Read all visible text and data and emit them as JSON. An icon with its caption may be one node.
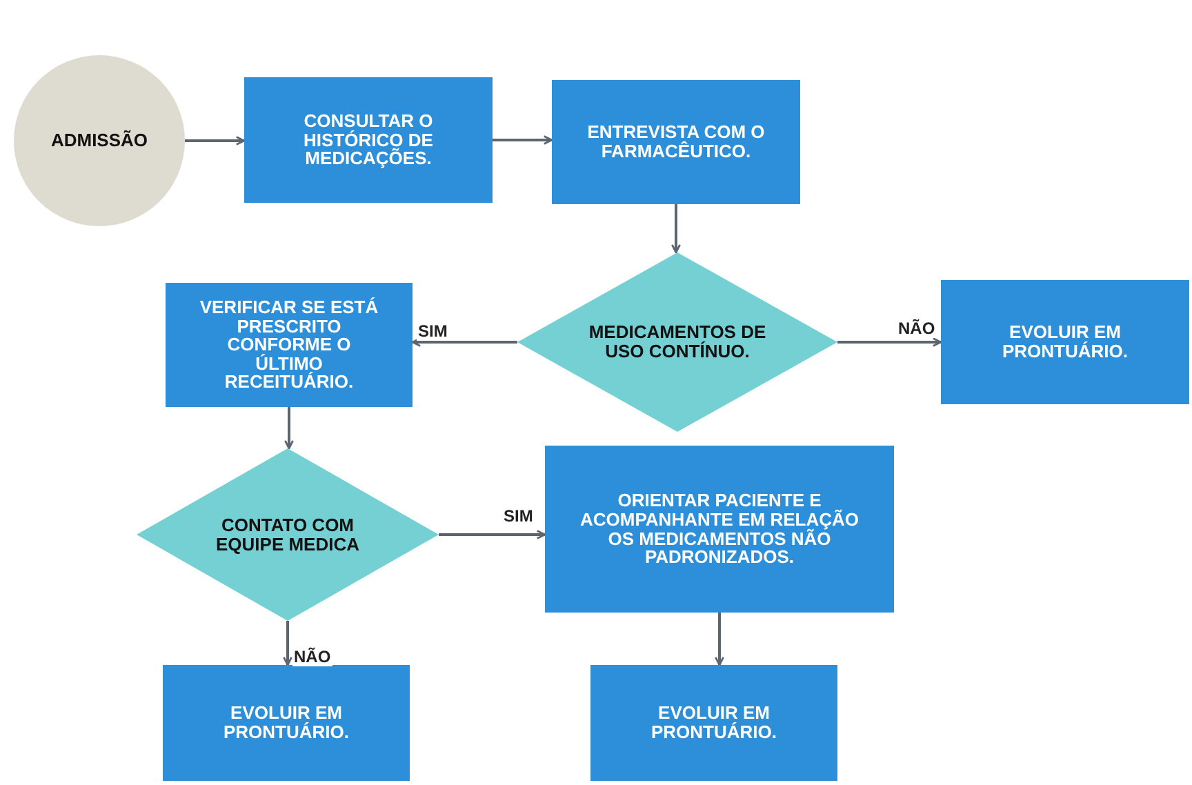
{
  "diagram": {
    "nodes": [
      {
        "text": [
          "ADMISSÃO"
        ]
      },
      {
        "text": [
          "CONSULTAR O HISTÓRICO DE MEDICAÇÕES."
        ]
      },
      {
        "text": [
          "ENTREVISTA COM O FARMACÊUTICO."
        ]
      },
      {
        "text": [
          "MEDICAMENTOS DE USO CONTÍNUO."
        ]
      },
      {
        "text": [
          "EVOLUIR EM PRONTUÁRIO."
        ]
      },
      {
        "text": [
          "VERIFICAR SE ESTÁ PRESCRITO CONFORME O ÚLTIMO RECEITUÁRIO."
        ]
      },
      {
        "text": [
          "CONTATO COM EQUIPE MEDICA"
        ]
      },
      {
        "text": [
          "ORIENTAR PACIENTE E ACOMPANHANTE EM RELAÇÃO OS MEDICAMENTOS NÃO PADRONIZADOS."
        ]
      },
      {
        "text": [
          "EVOLUIR EM PRONTUÁRIO."
        ]
      },
      {
        "text": [
          "EVOLUIR EM PRONTUÁRIO."
        ]
      }
    ],
    "edges": [
      {
        "from": 0,
        "to": 1,
        "arrow": "to"
      },
      {
        "from": 1,
        "to": 2,
        "arrow": "to"
      },
      {
        "from": 2,
        "to": 3,
        "arrow": "to"
      },
      {
        "from": 3,
        "to": 5,
        "arrow": "to",
        "label": "SIM"
      },
      {
        "from": 3,
        "to": 4,
        "arrow": "to",
        "label": "NÃO"
      },
      {
        "from": 5,
        "to": 6,
        "arrow": "to"
      },
      {
        "from": 6,
        "to": 7,
        "arrow": "to",
        "label": "SIM"
      },
      {
        "from": 6,
        "to": 8,
        "arrow": "to",
        "label": "NÃO"
      },
      {
        "from": 7,
        "to": 9,
        "arrow": "to"
      }
    ]
  }
}
